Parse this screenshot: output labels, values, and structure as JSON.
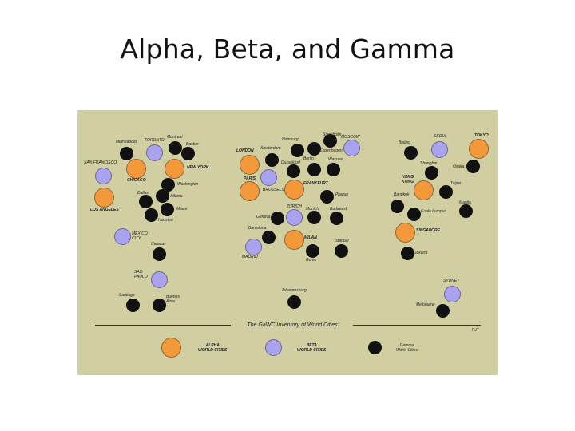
{
  "title": "Alpha, Beta, and Gamma",
  "caption": "The GaWC Inventory of World Cities:",
  "credit": "PJT",
  "colors": {
    "alpha": "#f4993a",
    "beta": "#a9a3ef",
    "gamma": "#111111",
    "panel": "#d1cfa1"
  },
  "legend": [
    {
      "tier": "alpha",
      "label": "ALPHA\nWORLD CITIES"
    },
    {
      "tier": "beta",
      "label": "BETA\nWORLD CITIES"
    },
    {
      "tier": "gamma",
      "label": "Gamma\nWorld Cities"
    }
  ],
  "cities": [
    {
      "name": "Minneapolis",
      "tier": "gamma"
    },
    {
      "name": "TORONTO",
      "tier": "beta"
    },
    {
      "name": "Montreal",
      "tier": "gamma"
    },
    {
      "name": "Boston",
      "tier": "gamma"
    },
    {
      "name": "SAN FRANCISCO",
      "tier": "beta"
    },
    {
      "name": "CHICAGO",
      "tier": "alpha"
    },
    {
      "name": "NEW YORK",
      "tier": "alpha"
    },
    {
      "name": "Washington",
      "tier": "gamma"
    },
    {
      "name": "LOS ANGELES",
      "tier": "alpha"
    },
    {
      "name": "Dallas",
      "tier": "gamma"
    },
    {
      "name": "Atlanta",
      "tier": "gamma"
    },
    {
      "name": "Miami",
      "tier": "gamma"
    },
    {
      "name": "Houston",
      "tier": "gamma"
    },
    {
      "name": "MEXICO\nCITY",
      "tier": "beta"
    },
    {
      "name": "Caracas",
      "tier": "gamma"
    },
    {
      "name": "SAO\nPAULO",
      "tier": "beta"
    },
    {
      "name": "Santiago",
      "tier": "gamma"
    },
    {
      "name": "Buenos\nAires",
      "tier": "gamma"
    },
    {
      "name": "Hamburg",
      "tier": "gamma"
    },
    {
      "name": "Stockholm",
      "tier": "gamma"
    },
    {
      "name": "MOSCOW",
      "tier": "beta"
    },
    {
      "name": "LONDON",
      "tier": "alpha"
    },
    {
      "name": "Amsterdam",
      "tier": "gamma"
    },
    {
      "name": "Copenhagen",
      "tier": "gamma"
    },
    {
      "name": "Dusseldorf",
      "tier": "gamma"
    },
    {
      "name": "Berlin",
      "tier": "gamma"
    },
    {
      "name": "Warsaw",
      "tier": "gamma"
    },
    {
      "name": "PARIS",
      "tier": "alpha"
    },
    {
      "name": "BRUSSELS",
      "tier": "beta"
    },
    {
      "name": "FRANKFURT",
      "tier": "alpha"
    },
    {
      "name": "Prague",
      "tier": "gamma"
    },
    {
      "name": "ZURICH",
      "tier": "beta"
    },
    {
      "name": "Geneva",
      "tier": "gamma"
    },
    {
      "name": "Munich",
      "tier": "gamma"
    },
    {
      "name": "Budapest",
      "tier": "gamma"
    },
    {
      "name": "Barcelona",
      "tier": "gamma"
    },
    {
      "name": "MILAN",
      "tier": "alpha"
    },
    {
      "name": "MADRID",
      "tier": "beta"
    },
    {
      "name": "Rome",
      "tier": "gamma"
    },
    {
      "name": "Istanbul",
      "tier": "gamma"
    },
    {
      "name": "Johannesburg",
      "tier": "gamma"
    },
    {
      "name": "Beijing",
      "tier": "gamma"
    },
    {
      "name": "SEOUL",
      "tier": "beta"
    },
    {
      "name": "TOKYO",
      "tier": "alpha"
    },
    {
      "name": "Shanghai",
      "tier": "gamma"
    },
    {
      "name": "Osaka",
      "tier": "gamma"
    },
    {
      "name": "HONG\nKONG",
      "tier": "alpha"
    },
    {
      "name": "Taipei",
      "tier": "gamma"
    },
    {
      "name": "Bangkok",
      "tier": "gamma"
    },
    {
      "name": "Manila",
      "tier": "gamma"
    },
    {
      "name": "Kuala Lumpur",
      "tier": "gamma"
    },
    {
      "name": "SINGAPORE",
      "tier": "alpha"
    },
    {
      "name": "Jakarta",
      "tier": "gamma"
    },
    {
      "name": "SYDNEY",
      "tier": "beta"
    },
    {
      "name": "Melbourne",
      "tier": "gamma"
    }
  ]
}
